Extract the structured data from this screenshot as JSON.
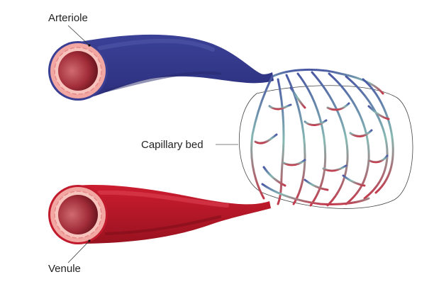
{
  "labels": {
    "arteriole": "Arteriole",
    "venule": "Venule",
    "capillary_bed": "Capillary bed"
  },
  "colors": {
    "arteriole_blue": "#3a3f93",
    "arteriole_dark": "#2b2f78",
    "venule_red": "#c01a2c",
    "venule_dark": "#8f0f1f",
    "capillary_blue": "#4f5fa6",
    "capillary_teal": "#7fb3b0",
    "capillary_red": "#c03a4a",
    "vessel_wall_pink": "#f0a0a0",
    "vessel_lumen": "#a8303c",
    "leader_line": "#555555",
    "outline": "#444444"
  }
}
